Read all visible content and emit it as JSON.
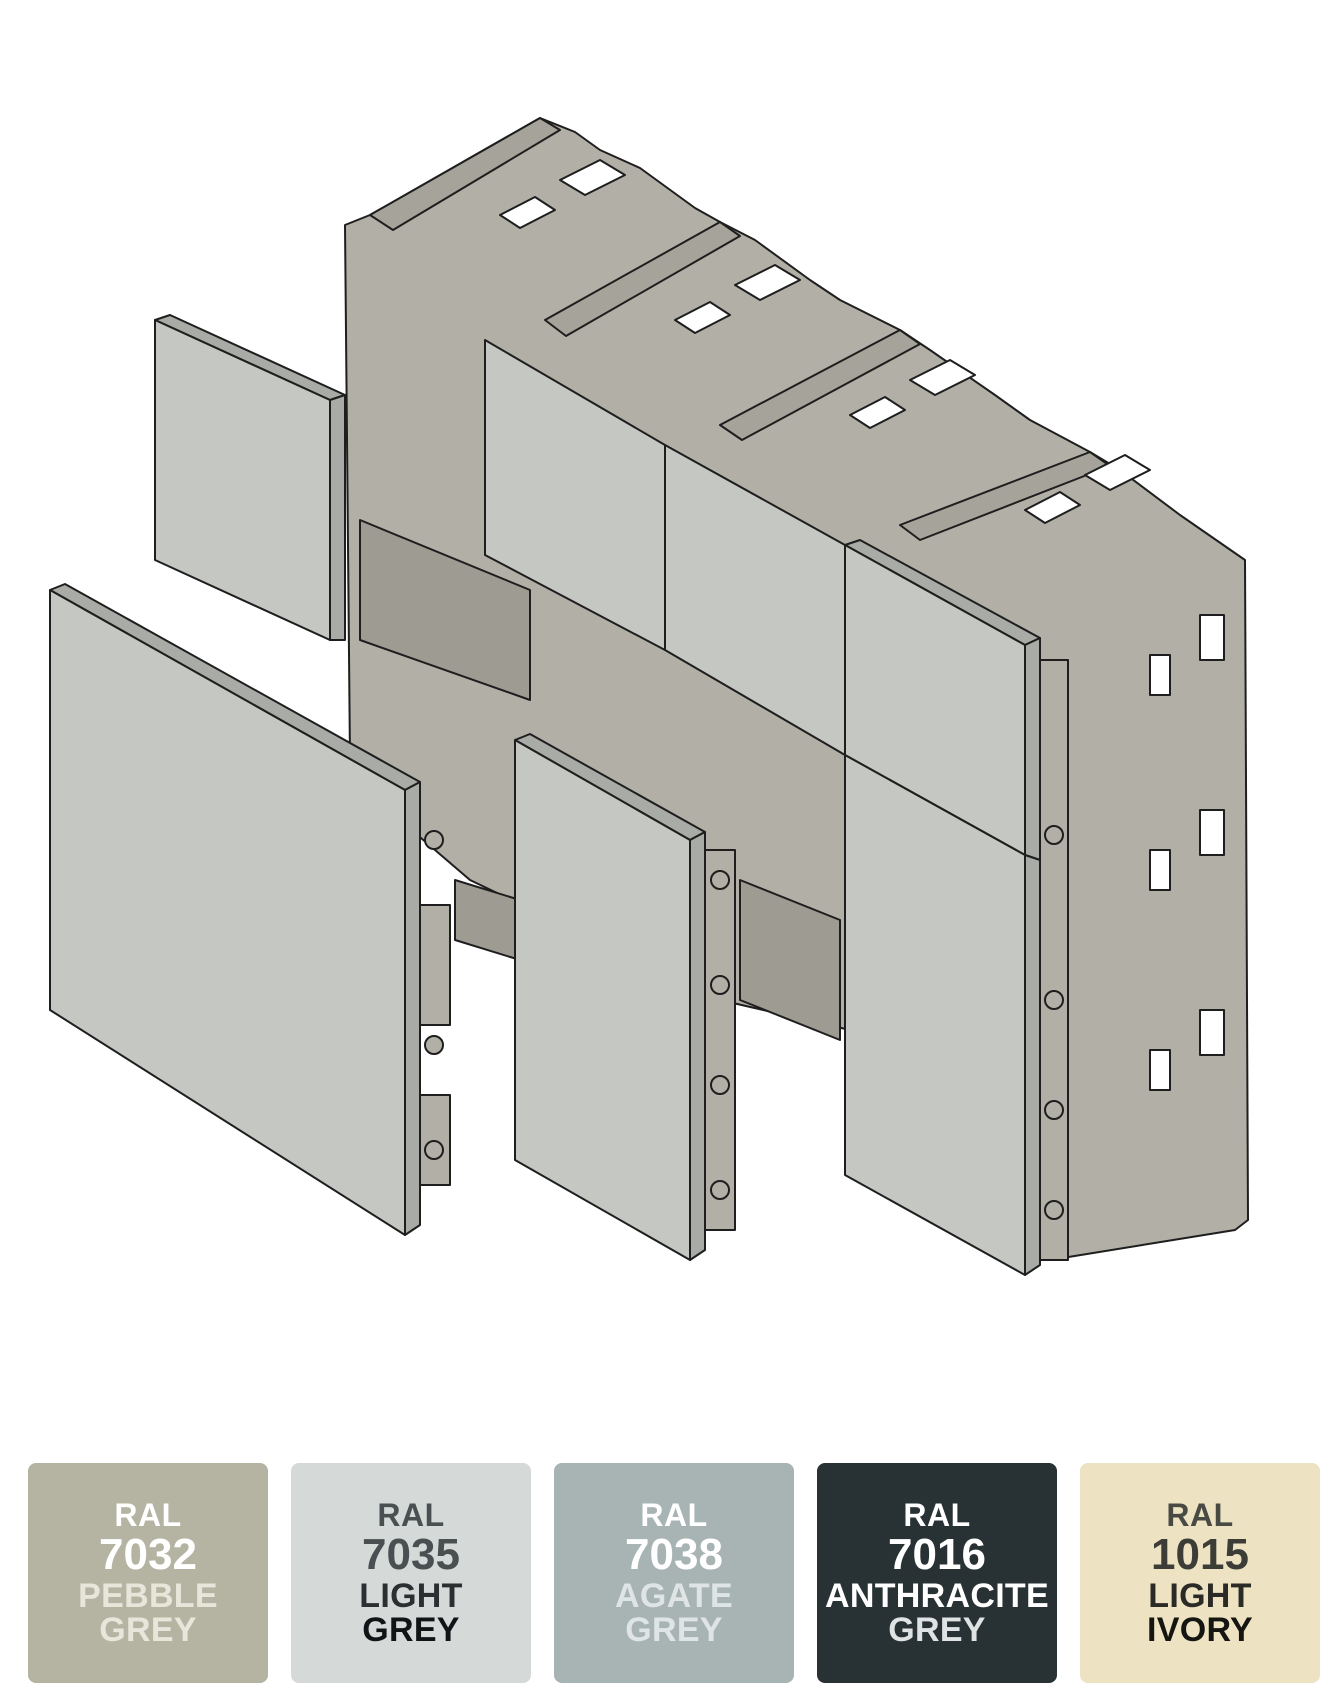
{
  "illustration": {
    "icon": "modular-switch-box-exploded-icon",
    "colors": {
      "frame": "#b2b0a6",
      "frame_dark": "#9d9b92",
      "plate_face": "#c5c7c3",
      "plate_edge": "#a9aba7",
      "outline": "#1e1e1e"
    }
  },
  "swatches": [
    {
      "ral": "RAL",
      "code": "7032",
      "name_line1": "PEBBLE",
      "name_line2": "GREY",
      "bg": "#b5b4a2",
      "color_ral": "#ffffff",
      "color_code": "#ffffff",
      "color_line1": "#e7e6db",
      "color_line2": "#e7e6db"
    },
    {
      "ral": "RAL",
      "code": "7035",
      "name_line1": "LIGHT",
      "name_line2": "GREY",
      "bg": "#d5d9d8",
      "color_ral": "#4a4f51",
      "color_code": "#4a4f51",
      "color_line1": "#2b2f31",
      "color_line2": "#111416"
    },
    {
      "ral": "RAL",
      "code": "7038",
      "name_line1": "AGATE",
      "name_line2": "GREY",
      "bg": "#a8b3b3",
      "color_ral": "#ffffff",
      "color_code": "#ffffff",
      "color_line1": "#dfe5e5",
      "color_line2": "#dfe5e5"
    },
    {
      "ral": "RAL",
      "code": "7016",
      "name_line1": "ANTHRACITE",
      "name_line2": "GREY",
      "bg": "#283234",
      "color_ral": "#ffffff",
      "color_code": "#ffffff",
      "color_line1": "#ffffff",
      "color_line2": "#dfe3e3"
    },
    {
      "ral": "RAL",
      "code": "1015",
      "name_line1": "LIGHT",
      "name_line2": "IVORY",
      "bg": "#ede3c3",
      "color_ral": "#4a4a44",
      "color_code": "#3d3d38",
      "color_line1": "#2a2a26",
      "color_line2": "#151512"
    }
  ]
}
